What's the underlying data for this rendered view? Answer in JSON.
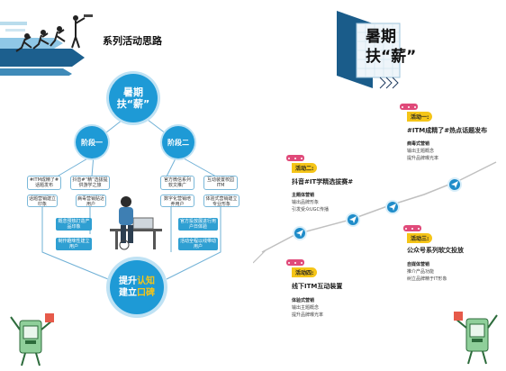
{
  "left": {
    "section_title": "系列活动思路",
    "hub": {
      "line1": "暑期",
      "line2": "扶“薪”"
    },
    "stage1": "阶段一",
    "stage2": "阶段二",
    "stage1_boxes": [
      "#ITM成精了#话题发布",
      "抖音#“精”选拔提供游学之旅",
      "话题营销建立印象",
      "病毒营销贴近用户",
      "概念预热打造产品印象",
      "制作趣味性建立用户"
    ],
    "stage2_boxes": [
      "官方微信系列软文推广",
      "互动装置校园ITM",
      "数字化营销培养用户",
      "体验式营销建立专业形象",
      "官方投放展进行用户日体验",
      "活动全程以线带动用户"
    ],
    "goal": {
      "line1_a": "提升",
      "line1_b": "认知",
      "line2_a": "建立",
      "line2_b": "口碑"
    }
  },
  "right": {
    "title": {
      "line1": "暑期",
      "line2": "扶“薪”"
    },
    "activities": [
      {
        "tag": "活动一:",
        "title": "#ITM成精了#热点话题发布",
        "sub": "病毒式营销",
        "lines": [
          "输出主题概念",
          "提升品牌曝光率"
        ]
      },
      {
        "tag": "活动二:",
        "title": "抖音#IT学精选拔赛#",
        "sub": "主题体营销",
        "lines": [
          "输出品牌形象",
          "引发受众UGC传播"
        ]
      },
      {
        "tag": "活动三:",
        "title": "公众号系列软文投放",
        "sub": "自媒体营销",
        "lines": [
          "推介产品功能",
          "树立品牌精于IT形象"
        ]
      },
      {
        "tag": "活动四:",
        "title": "线下ITM互动装置",
        "sub": "体验式营销",
        "lines": [
          "输出主题概念",
          "提升品牌曝光率"
        ]
      }
    ]
  },
  "colors": {
    "accent": "#1e9ad6",
    "tag_yellow": "#f5c518",
    "tag_pink": "#e04a7a",
    "mascot_green": "#8fcf9a"
  },
  "icons": [
    "runner-figures",
    "arrow-stripes",
    "person-at-laptop",
    "paper-plane-icon",
    "robot-mascot"
  ]
}
